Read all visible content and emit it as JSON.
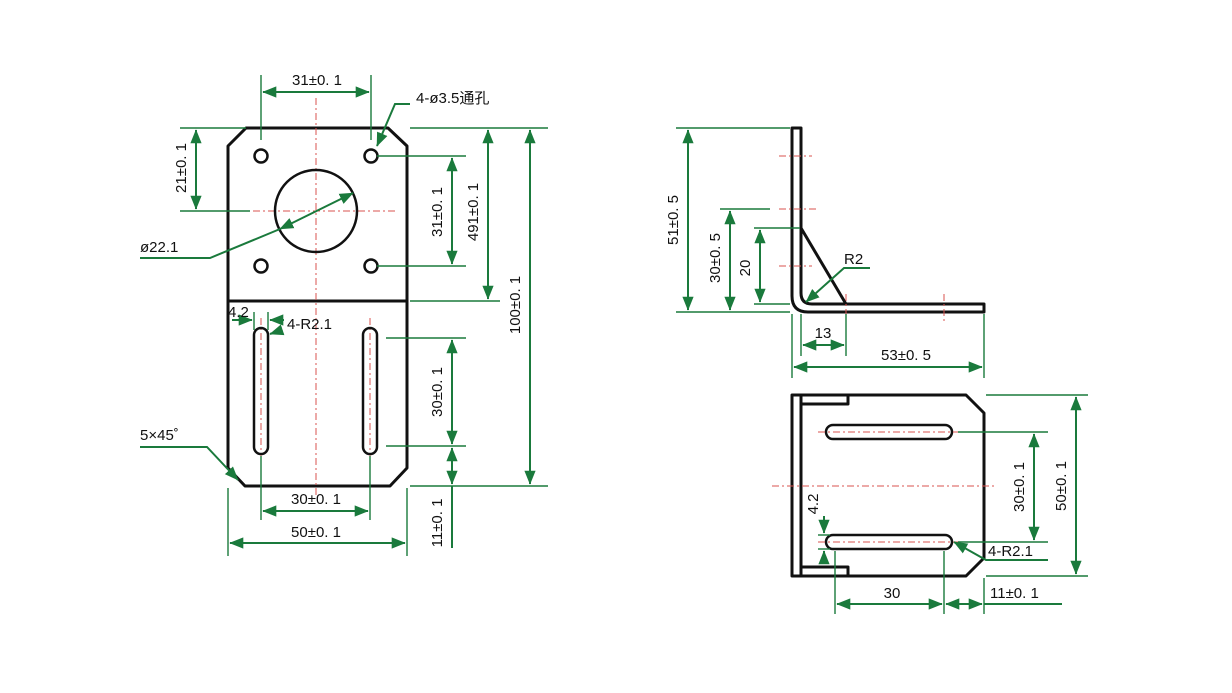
{
  "colors": {
    "outline": "#111111",
    "dimension": "#1a7a3c",
    "centerline": "#d9534f"
  },
  "front_view": {
    "dim_top_holes": "31±0. 1",
    "hole_note": "4-ø3.5通孔",
    "dim_hole_from_top": "21±0. 1",
    "dim_center_bore": "ø22.1",
    "dim_hole_vertical": "31±0. 1",
    "dim_upper_height": "491±0. 1",
    "dim_total_height": "100±0. 1",
    "dim_slot_width": "4.2",
    "slot_radius_note": "4-R2.1",
    "dim_slot_length": "30±0. 1",
    "chamfer_note": "5×45˚",
    "dim_slot_spacing": "30±0. 1",
    "dim_width": "50±0. 1",
    "dim_slot_bottom": "11±0. 1"
  },
  "side_view": {
    "dim_height": "51±0. 5",
    "dim_rib_top": "30±0. 5",
    "dim_rib_height": "20",
    "bend_radius": "R2",
    "dim_rib_base": "13",
    "dim_base_length": "53±0. 5"
  },
  "top_view": {
    "dim_slot_width": "4.2",
    "dim_slot_spacing": "30±0. 1",
    "dim_width": "50±0. 1",
    "slot_radius_note": "4-R2.1",
    "dim_slot_length": "30",
    "dim_slot_offset": "11±0. 1"
  }
}
